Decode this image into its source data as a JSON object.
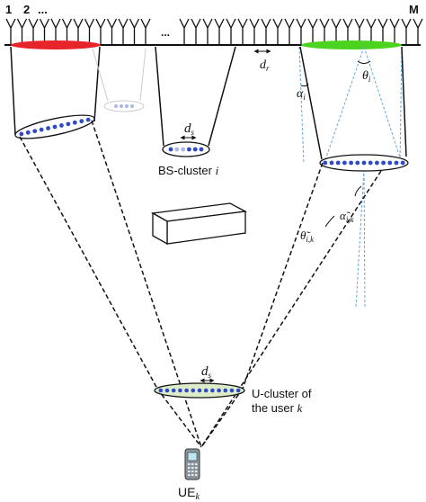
{
  "array": {
    "index_first": "1",
    "index_second": "2",
    "index_dots": "...",
    "index_last": "M",
    "middle_dots": "..."
  },
  "labels": {
    "dr_main": "d",
    "dr_sub": "r",
    "ds_bs_main": "d",
    "ds_bs_sub": "s",
    "bs_cluster_text": "BS-cluster ",
    "bs_cluster_var": "i",
    "alpha_main": "α",
    "alpha_sub": "i",
    "theta_main": "θ",
    "theta_sub": "i",
    "alpha_tilde_main": "α̃",
    "alpha_tilde_sub": "i,k",
    "theta_tilde_main": "θ̃",
    "theta_tilde_sub": "i,k",
    "ds_u_main": "d",
    "ds_u_sub": "s",
    "u_cluster_line1": "U-cluster of",
    "u_cluster_line2": "the user ",
    "u_cluster_var": "k",
    "ue_main": "UE",
    "ue_sub": "k"
  },
  "colors": {
    "red_aperture": "#e8242b",
    "green_aperture": "#4cd31f",
    "element_blue": "#2f49c8",
    "faded_element": "#aab6e6",
    "cluster_fill": "#dcecc8",
    "dashed_blue": "#64a8dc"
  }
}
